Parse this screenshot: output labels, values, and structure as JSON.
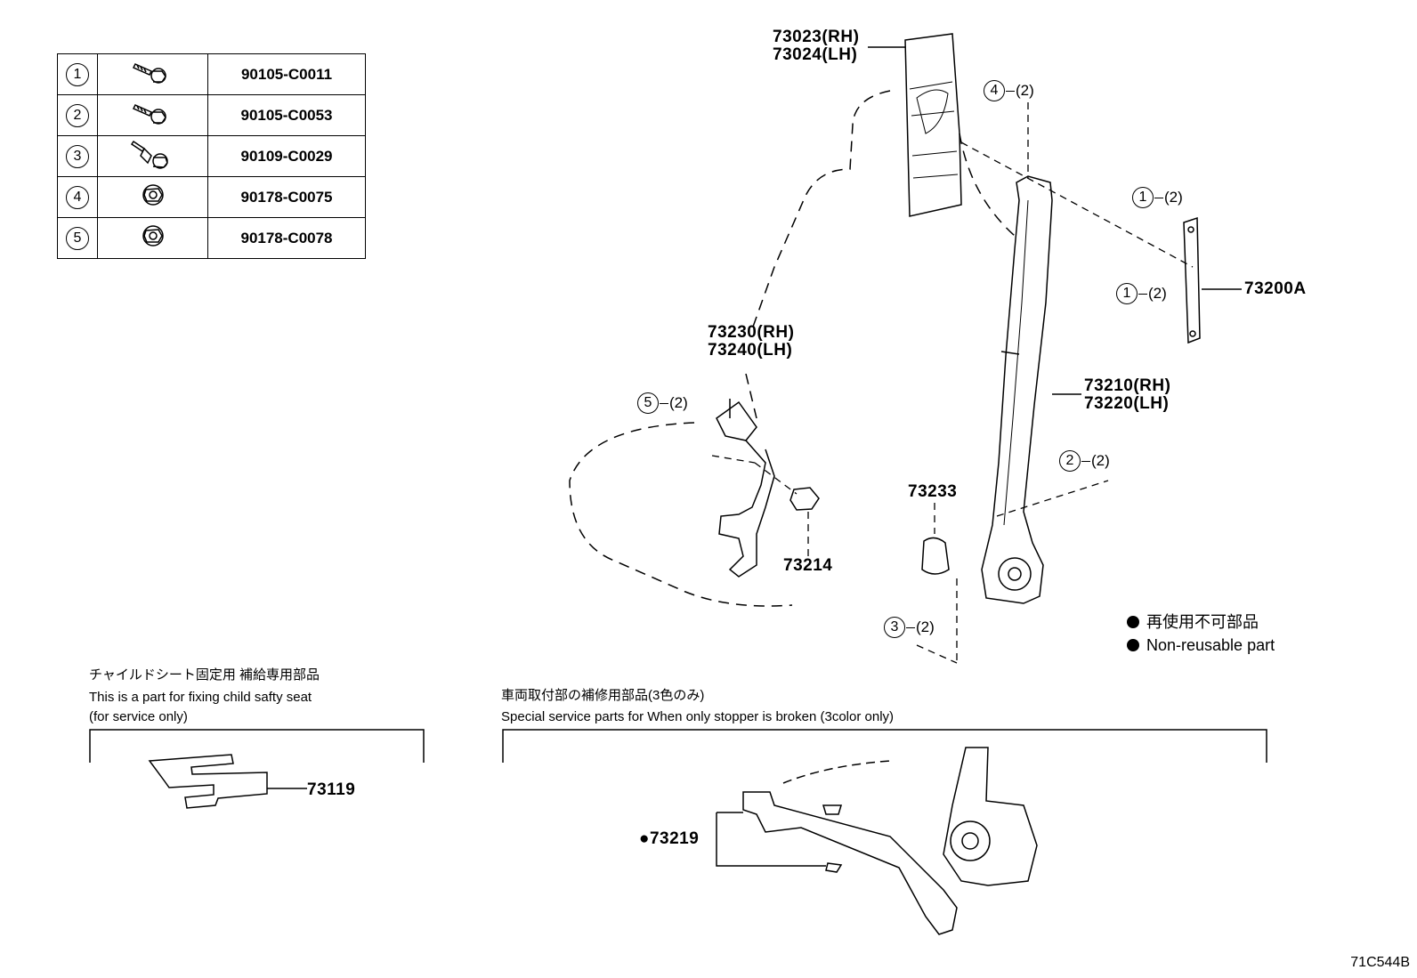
{
  "parts_table": [
    {
      "num": "1",
      "icon": "flange-bolt-icon",
      "part_no": "90105-C0011"
    },
    {
      "num": "2",
      "icon": "flange-bolt-icon",
      "part_no": "90105-C0053"
    },
    {
      "num": "3",
      "icon": "shoulder-bolt-icon",
      "part_no": "90109-C0029"
    },
    {
      "num": "4",
      "icon": "flange-nut-icon",
      "part_no": "90178-C0075"
    },
    {
      "num": "5",
      "icon": "flange-nut-icon",
      "part_no": "90178-C0078"
    }
  ],
  "labels": {
    "pillar_trim_rh": "73023(RH)",
    "pillar_trim_lh": "73024(LH)",
    "adjuster": "73200A",
    "buckle_rh": "73230(RH)",
    "buckle_lh": "73240(LH)",
    "belt_rh": "73210(RH)",
    "belt_lh": "73220(LH)",
    "button": "73233",
    "nut_part": "73214",
    "child_seat_part": "73119",
    "stopper_part": "73219"
  },
  "callouts": {
    "c4": {
      "num": "4",
      "qty": "(2)"
    },
    "c1a": {
      "num": "1",
      "qty": "(2)"
    },
    "c1b": {
      "num": "1",
      "qty": "(2)"
    },
    "c5": {
      "num": "5",
      "qty": "(2)"
    },
    "c2": {
      "num": "2",
      "qty": "(2)"
    },
    "c3": {
      "num": "3",
      "qty": "(2)"
    }
  },
  "legend": {
    "jp": "再使用不可部品",
    "en": "Non-reusable part"
  },
  "child_seat_note": {
    "jp": "チャイルドシート固定用  補給専用部品",
    "en1": "This is a part for fixing child safty seat",
    "en2": "(for service only)"
  },
  "stopper_note": {
    "jp": "車両取付部の補修用部品(3色のみ)",
    "en": "Special service parts for When only stopper is broken (3color only)"
  },
  "diagram_code": "71C544B"
}
